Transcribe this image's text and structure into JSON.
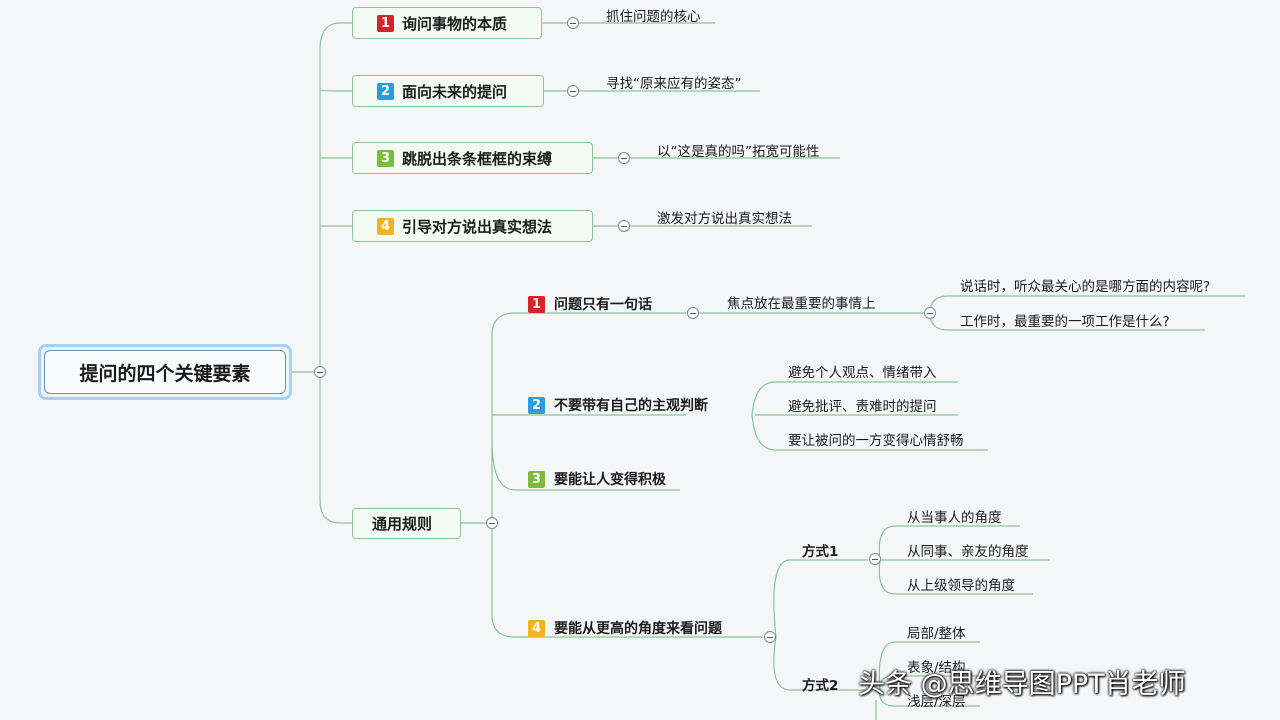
{
  "root": {
    "title": "提问的四个关键要素"
  },
  "branches": [
    {
      "number": "1",
      "color": "#d8232a",
      "label": "询问事物的本质",
      "detail": "抓住问题的核心"
    },
    {
      "number": "2",
      "color": "#2a9de0",
      "label": "面向未来的提问",
      "detail": "寻找“原来应有的姿态”"
    },
    {
      "number": "3",
      "color": "#7cbc3b",
      "label": "跳脱出条条框框的束缚",
      "detail": "以“这是真的吗”拓宽可能性"
    },
    {
      "number": "4",
      "color": "#f5b21a",
      "label": "引导对方说出真实想法",
      "detail": "激发对方说出真实想法"
    }
  ],
  "general": {
    "label": "通用规则",
    "rules": [
      {
        "number": "1",
        "label": "问题只有一句话",
        "child": "焦点放在最重要的事情上",
        "leaves": [
          "说话时，听众最关心的是哪方面的内容呢?",
          "工作时，最重要的一项工作是什么?"
        ]
      },
      {
        "number": "2",
        "label": "不要带有自己的主观判断",
        "leaves": [
          "避免个人观点、情绪带入",
          "避免批评、责难时的提问",
          "要让被问的一方变得心情舒畅"
        ]
      },
      {
        "number": "3",
        "label": "要能让人变得积极"
      },
      {
        "number": "4",
        "label": "要能从更高的角度来看问题",
        "ways": [
          {
            "label": "方式1",
            "leaves": [
              "从当事人的角度",
              "从同事、亲友的角度",
              "从上级领导的角度"
            ]
          },
          {
            "label": "方式2",
            "leaves": [
              "局部/整体",
              "表象/结构",
              "浅层/深层"
            ]
          }
        ]
      }
    ]
  },
  "watermark": "头条 @思维导图PPT肖老师",
  "colors": {
    "line": "#8cc49a",
    "box_border": "#8fc49a",
    "root_border": "#a9cff2"
  }
}
